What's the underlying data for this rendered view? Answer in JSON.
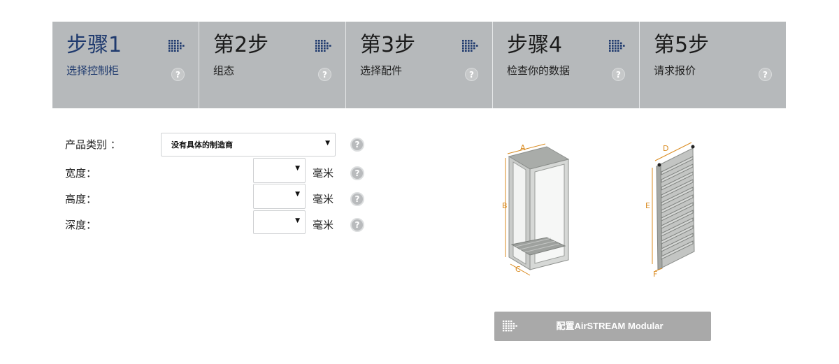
{
  "steps": [
    {
      "title": "步骤1",
      "subtitle": "选择控制柜"
    },
    {
      "title": "第2步",
      "subtitle": "组态"
    },
    {
      "title": "第3步",
      "subtitle": "选择配件"
    },
    {
      "title": "步骤4",
      "subtitle": "检查你的数据"
    },
    {
      "title": "第5步",
      "subtitle": "请求报价"
    }
  ],
  "active_step": 1,
  "colors": {
    "steps_bg": "#b6b9bb",
    "active_text": "#1f3a6e",
    "arrow": "#1f3a6e",
    "dimension": "#d98a1e",
    "button_bg": "#a9a9a9"
  },
  "form": {
    "category": {
      "label": "产品类别 ：",
      "value": "没有具体的制造商"
    },
    "width": {
      "label": "宽度：",
      "value": "",
      "unit": "毫米"
    },
    "height": {
      "label": "高度：",
      "value": "",
      "unit": "毫米"
    },
    "depth": {
      "label": "深度：",
      "value": "",
      "unit": "毫米"
    }
  },
  "help_glyph": "?",
  "diagrams": {
    "cabinet_labels": [
      "A",
      "B",
      "C"
    ],
    "rack_labels": [
      "D",
      "E",
      "F"
    ]
  },
  "configure_button": {
    "label": "配置AirSTREAM Modular",
    "icon": "dotted-arrow-icon"
  }
}
